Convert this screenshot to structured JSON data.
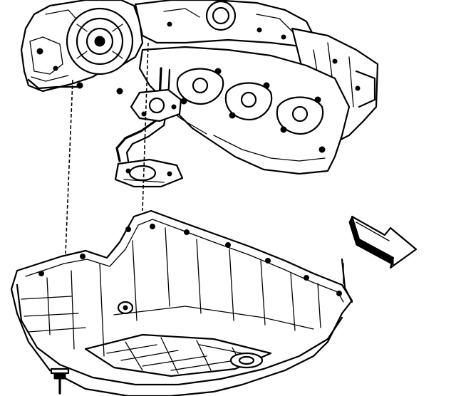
{
  "figure": {
    "kind": "line-art exploded view",
    "parts": [
      {
        "id": "engine-block",
        "icon": "engine-block-icon"
      },
      {
        "id": "oil-pan",
        "icon": "oil-pan-icon"
      },
      {
        "id": "alignment-guide-left",
        "icon": "guide-line-icon"
      },
      {
        "id": "alignment-guide-center",
        "icon": "guide-line-icon"
      },
      {
        "id": "oil-pan-bolt",
        "icon": "bolt-icon"
      },
      {
        "id": "front-of-vehicle-arrow",
        "icon": "direction-arrow-icon"
      }
    ],
    "colors": {
      "ink": "#000000",
      "paper": "#ffffff"
    }
  }
}
